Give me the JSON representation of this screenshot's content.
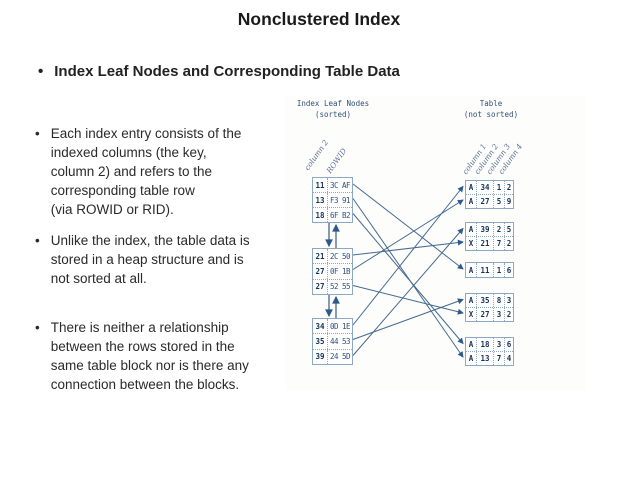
{
  "slide": {
    "title": "Nonclustered Index",
    "bullet_glyph": "•",
    "section_heading": "Index Leaf Nodes and Corresponding Table Data",
    "bullets": [
      "Each index entry consists of the\nindexed columns (the key,\ncolumn 2) and refers to the\ncorresponding table row\n(via ROWID or RID).",
      "Unlike the index, the table data is\nstored in a heap structure and is\nnot sorted at all.",
      "There is neither a relationship\nbetween the rows stored in the\nsame table block nor is there any\nconnection between the blocks."
    ]
  },
  "diagram": {
    "index_header_line1": "Index Leaf Nodes",
    "index_header_line2": "(sorted)",
    "table_header_line1": "Table",
    "table_header_line2": "(not sorted)",
    "index_column_labels": [
      "column 2",
      "ROWID"
    ],
    "table_column_labels": [
      "column 1",
      "column 2",
      "column 3",
      "column 4"
    ],
    "index_blocks": [
      {
        "rows": [
          {
            "key": "11",
            "rowid": "3C AF"
          },
          {
            "key": "13",
            "rowid": "F3 91"
          },
          {
            "key": "18",
            "rowid": "6F B2"
          }
        ]
      },
      {
        "rows": [
          {
            "key": "21",
            "rowid": "2C 50"
          },
          {
            "key": "27",
            "rowid": "0F 1B"
          },
          {
            "key": "27",
            "rowid": "52 55"
          }
        ]
      },
      {
        "rows": [
          {
            "key": "34",
            "rowid": "0D 1E"
          },
          {
            "key": "35",
            "rowid": "44 53"
          },
          {
            "key": "39",
            "rowid": "24 5D"
          }
        ]
      }
    ],
    "table_blocks": [
      {
        "rows": [
          [
            "A",
            "34",
            "1",
            "2"
          ],
          [
            "A",
            "27",
            "5",
            "9"
          ]
        ]
      },
      {
        "rows": [
          [
            "A",
            "39",
            "2",
            "5"
          ],
          [
            "X",
            "21",
            "7",
            "2"
          ]
        ]
      },
      {
        "rows": [
          [
            "A",
            "11",
            "1",
            "6"
          ]
        ]
      },
      {
        "rows": [
          [
            "A",
            "35",
            "8",
            "3"
          ],
          [
            "X",
            "27",
            "3",
            "2"
          ]
        ]
      },
      {
        "rows": [
          [
            "A",
            "18",
            "3",
            "6"
          ],
          [
            "A",
            "13",
            "7",
            "4"
          ]
        ]
      }
    ],
    "connections": [
      {
        "key": "11",
        "from": [
          0,
          0
        ],
        "to": [
          2,
          0
        ]
      },
      {
        "key": "13",
        "from": [
          0,
          1
        ],
        "to": [
          4,
          1
        ]
      },
      {
        "key": "18",
        "from": [
          0,
          2
        ],
        "to": [
          4,
          0
        ]
      },
      {
        "key": "21",
        "from": [
          1,
          0
        ],
        "to": [
          1,
          1
        ]
      },
      {
        "key": "27",
        "from": [
          1,
          1
        ],
        "to": [
          0,
          1
        ]
      },
      {
        "key": "27",
        "from": [
          1,
          2
        ],
        "to": [
          3,
          1
        ]
      },
      {
        "key": "34",
        "from": [
          2,
          0
        ],
        "to": [
          0,
          0
        ]
      },
      {
        "key": "35",
        "from": [
          2,
          1
        ],
        "to": [
          3,
          0
        ]
      },
      {
        "key": "39",
        "from": [
          2,
          2
        ],
        "to": [
          1,
          0
        ]
      }
    ],
    "colors": {
      "ink": "#1e3d6b",
      "key": "#16325c",
      "line": "#44698f",
      "arrow": "#2d5a8c",
      "border": "#8ea7c2",
      "label": "#5a6f93",
      "header": "#30517a"
    }
  }
}
